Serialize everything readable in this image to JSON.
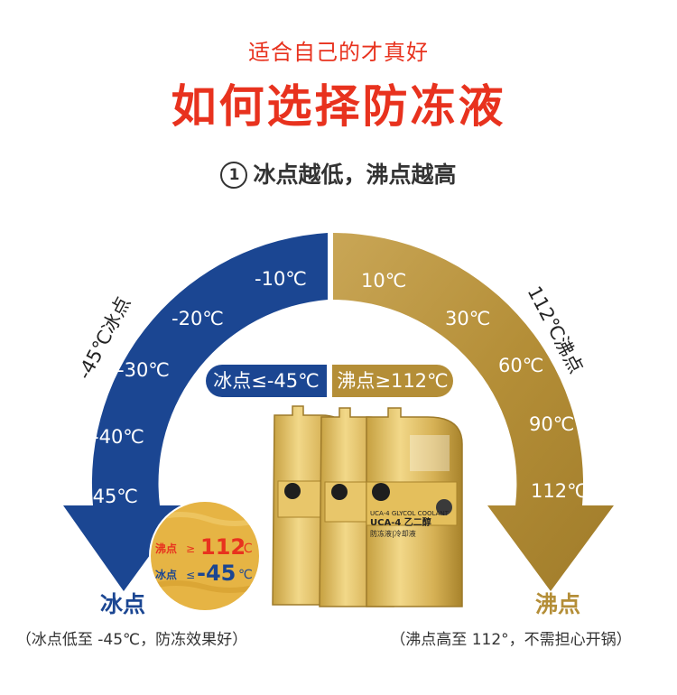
{
  "header": {
    "subtitle": "适合自己的才真好",
    "title": "如何选择防冻液",
    "point_number": "1",
    "point_text": "冰点越低，沸点越高"
  },
  "freeze_scale": {
    "side_label": "-45℃冰点",
    "ticks": [
      "-10℃",
      "-20℃",
      "-30℃",
      "-40℃",
      "-45℃"
    ],
    "badge": "冰点≤-45℃",
    "bottom_label": "冰点",
    "bottom_note": "（冰点低至 -45℃，防冻效果好）",
    "color": "#1b4692"
  },
  "boil_scale": {
    "side_label": "112℃沸点",
    "ticks": [
      "10℃",
      "30℃",
      "60℃",
      "90℃",
      "112℃"
    ],
    "badge": "沸点≥112℃",
    "bottom_label": "沸点",
    "bottom_note": "（沸点高至 112°，不需担心开锅）",
    "color": "#b48e37"
  },
  "zoom_callout": {
    "boil_word": "沸点",
    "boil_value": "112",
    "freeze_word": "冰点",
    "freeze_value": "-45",
    "unit": "℃"
  },
  "product": {
    "label_line1": "UCA-4 GLYCOL COOLANT",
    "label_line2": "UCA-4 乙二醇",
    "label_line3": "防冻液|冷却液"
  }
}
